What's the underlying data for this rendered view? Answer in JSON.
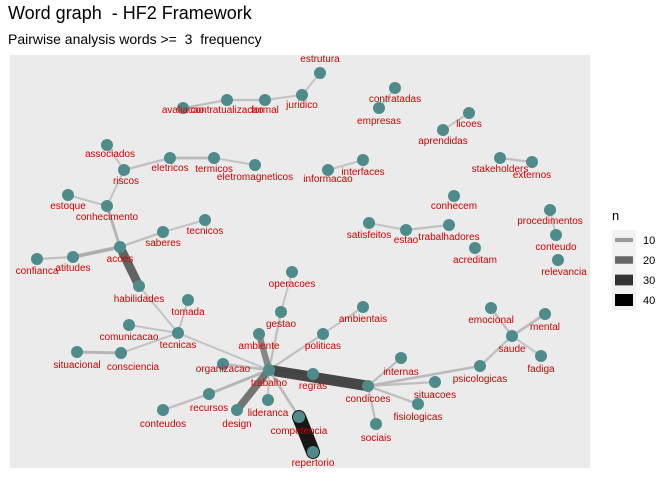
{
  "title": "Word graph  - HF2 Framework",
  "subtitle": "Pairwise analysis words >=  3  frequency",
  "colors": {
    "panel": "#ebebeb",
    "node": "#4f8b8b",
    "label": "#d40000",
    "edge_low": "#bfbfbf",
    "edge_high": "#000000"
  },
  "chart_data": {
    "type": "network",
    "edge_weight_name": "n",
    "legend": {
      "title": "n",
      "position": "right",
      "entries": [
        {
          "label": "10",
          "value": 10
        },
        {
          "label": "20",
          "value": 20
        },
        {
          "label": "30",
          "value": 30
        },
        {
          "label": "40",
          "value": 40
        }
      ]
    },
    "nodes": [
      {
        "id": "estrutura",
        "label": "estrutura"
      },
      {
        "id": "avaliacao",
        "label": "avaliacao"
      },
      {
        "id": "contratualizacao",
        "label": "contratualizacao"
      },
      {
        "id": "formal",
        "label": "formal"
      },
      {
        "id": "juridico",
        "label": "juridico"
      },
      {
        "id": "contratadas",
        "label": "contratadas"
      },
      {
        "id": "empresas",
        "label": "empresas"
      },
      {
        "id": "licoes",
        "label": "licoes"
      },
      {
        "id": "aprendidas",
        "label": "aprendidas"
      },
      {
        "id": "associados",
        "label": "associados"
      },
      {
        "id": "riscos",
        "label": "riscos"
      },
      {
        "id": "eletricos",
        "label": "eletricos"
      },
      {
        "id": "termicos",
        "label": "termicos"
      },
      {
        "id": "eletromagneticos",
        "label": "eletromagneticos"
      },
      {
        "id": "interfaces",
        "label": "interfaces"
      },
      {
        "id": "informacao",
        "label": "informacao"
      },
      {
        "id": "stakeholders",
        "label": "stakeholders"
      },
      {
        "id": "externos",
        "label": "externos"
      },
      {
        "id": "estoque",
        "label": "estoque"
      },
      {
        "id": "conhecimento",
        "label": "conhecimento"
      },
      {
        "id": "conhecem",
        "label": "conhecem"
      },
      {
        "id": "procedimentos",
        "label": "procedimentos"
      },
      {
        "id": "tecnicos",
        "label": "tecnicos"
      },
      {
        "id": "saberes",
        "label": "saberes"
      },
      {
        "id": "satisfeitos",
        "label": "satisfeitos"
      },
      {
        "id": "estao",
        "label": "estao"
      },
      {
        "id": "trabalhadores",
        "label": "trabalhadores"
      },
      {
        "id": "conteudo",
        "label": "conteudo"
      },
      {
        "id": "confianca",
        "label": "confianca"
      },
      {
        "id": "atitudes",
        "label": "atitudes"
      },
      {
        "id": "acoes",
        "label": "acoes"
      },
      {
        "id": "acreditam",
        "label": "acreditam"
      },
      {
        "id": "relevancia",
        "label": "relevancia"
      },
      {
        "id": "operacoes",
        "label": "operacoes"
      },
      {
        "id": "habilidades",
        "label": "habilidades"
      },
      {
        "id": "tomada",
        "label": "tomada"
      },
      {
        "id": "emocional",
        "label": "emocional"
      },
      {
        "id": "mental",
        "label": "mental"
      },
      {
        "id": "ambientais",
        "label": "ambientais"
      },
      {
        "id": "gestao",
        "label": "gestao"
      },
      {
        "id": "comunicacao",
        "label": "comunicacao"
      },
      {
        "id": "tecnicas",
        "label": "tecnicas"
      },
      {
        "id": "politicas",
        "label": "politicas"
      },
      {
        "id": "ambiente",
        "label": "ambiente"
      },
      {
        "id": "saude",
        "label": "saude"
      },
      {
        "id": "situacional",
        "label": "situacional"
      },
      {
        "id": "consciencia",
        "label": "consciencia"
      },
      {
        "id": "fadiga",
        "label": "fadiga"
      },
      {
        "id": "internas",
        "label": "internas"
      },
      {
        "id": "organizacao",
        "label": "organizacao"
      },
      {
        "id": "trabalho",
        "label": "trabalho"
      },
      {
        "id": "regras",
        "label": "regras"
      },
      {
        "id": "psicologicas",
        "label": "psicologicas"
      },
      {
        "id": "condicoes",
        "label": "condicoes"
      },
      {
        "id": "situacoes",
        "label": "situacoes"
      },
      {
        "id": "recursos",
        "label": "recursos"
      },
      {
        "id": "lideranca",
        "label": "lideranca"
      },
      {
        "id": "fisiologicas",
        "label": "fisiologicas"
      },
      {
        "id": "conteudos",
        "label": "conteudos"
      },
      {
        "id": "design",
        "label": "design"
      },
      {
        "id": "competencia",
        "label": "competencia"
      },
      {
        "id": "sociais",
        "label": "sociais"
      },
      {
        "id": "repertorio",
        "label": "repertorio"
      }
    ],
    "edges": [
      {
        "source": "estrutura",
        "target": "juridico",
        "n": 3
      },
      {
        "source": "juridico",
        "target": "formal",
        "n": 3
      },
      {
        "source": "formal",
        "target": "contratualizacao",
        "n": 4
      },
      {
        "source": "contratualizacao",
        "target": "avaliacao",
        "n": 4
      },
      {
        "source": "contratadas",
        "target": "empresas",
        "n": 3
      },
      {
        "source": "licoes",
        "target": "aprendidas",
        "n": 3
      },
      {
        "source": "associados",
        "target": "riscos",
        "n": 3
      },
      {
        "source": "riscos",
        "target": "eletricos",
        "n": 4
      },
      {
        "source": "eletricos",
        "target": "termicos",
        "n": 5
      },
      {
        "source": "termicos",
        "target": "eletromagneticos",
        "n": 3
      },
      {
        "source": "informacao",
        "target": "interfaces",
        "n": 3
      },
      {
        "source": "stakeholders",
        "target": "externos",
        "n": 4
      },
      {
        "source": "estoque",
        "target": "conhecimento",
        "n": 3
      },
      {
        "source": "riscos",
        "target": "conhecimento",
        "n": 3
      },
      {
        "source": "conhecimento",
        "target": "acoes",
        "n": 6
      },
      {
        "source": "acoes",
        "target": "saberes",
        "n": 4
      },
      {
        "source": "saberes",
        "target": "tecnicos",
        "n": 3
      },
      {
        "source": "acoes",
        "target": "atitudes",
        "n": 8
      },
      {
        "source": "atitudes",
        "target": "confianca",
        "n": 4
      },
      {
        "source": "acoes",
        "target": "habilidades",
        "n": 24
      },
      {
        "source": "satisfeitos",
        "target": "estao",
        "n": 3
      },
      {
        "source": "estao",
        "target": "trabalhadores",
        "n": 4
      },
      {
        "source": "procedimentos",
        "target": "conteudo",
        "n": 3
      },
      {
        "source": "tomada",
        "target": "tecnicas",
        "n": 3
      },
      {
        "source": "habilidades",
        "target": "tecnicas",
        "n": 3
      },
      {
        "source": "comunicacao",
        "target": "tecnicas",
        "n": 3
      },
      {
        "source": "tecnicas",
        "target": "consciencia",
        "n": 3
      },
      {
        "source": "situacional",
        "target": "consciencia",
        "n": 6
      },
      {
        "source": "tecnicas",
        "target": "trabalho",
        "n": 3
      },
      {
        "source": "operacoes",
        "target": "gestao",
        "n": 3
      },
      {
        "source": "gestao",
        "target": "trabalho",
        "n": 4
      },
      {
        "source": "ambiente",
        "target": "trabalho",
        "n": 16
      },
      {
        "source": "politicas",
        "target": "trabalho",
        "n": 3
      },
      {
        "source": "ambientais",
        "target": "trabalho",
        "n": 3
      },
      {
        "source": "organizacao",
        "target": "trabalho",
        "n": 5
      },
      {
        "source": "trabalho",
        "target": "recursos",
        "n": 6
      },
      {
        "source": "recursos",
        "target": "conteudos",
        "n": 4
      },
      {
        "source": "trabalho",
        "target": "design",
        "n": 20
      },
      {
        "source": "trabalho",
        "target": "lideranca",
        "n": 3
      },
      {
        "source": "trabalho",
        "target": "regras",
        "n": 4
      },
      {
        "source": "trabalho",
        "target": "condicoes",
        "n": 30
      },
      {
        "source": "trabalho",
        "target": "competencia",
        "n": 5
      },
      {
        "source": "competencia",
        "target": "repertorio",
        "n": 40
      },
      {
        "source": "condicoes",
        "target": "internas",
        "n": 4
      },
      {
        "source": "condicoes",
        "target": "situacoes",
        "n": 4
      },
      {
        "source": "condicoes",
        "target": "fisiologicas",
        "n": 4
      },
      {
        "source": "condicoes",
        "target": "sociais",
        "n": 4
      },
      {
        "source": "condicoes",
        "target": "psicologicas",
        "n": 5
      },
      {
        "source": "psicologicas",
        "target": "saude",
        "n": 4
      },
      {
        "source": "emocional",
        "target": "saude",
        "n": 4
      },
      {
        "source": "mental",
        "target": "saude",
        "n": 5
      },
      {
        "source": "saude",
        "target": "fadiga",
        "n": 3
      }
    ]
  }
}
